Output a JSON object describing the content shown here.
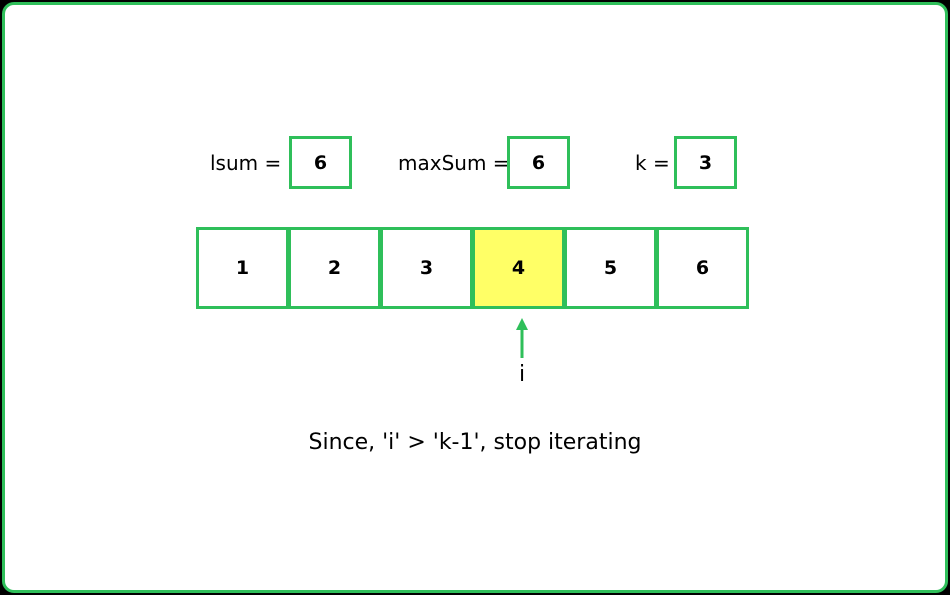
{
  "variables": {
    "lsum": {
      "label": "lsum =",
      "value": "6"
    },
    "maxsum": {
      "label": "maxSum =",
      "value": "6"
    },
    "k": {
      "label": "k =",
      "value": "3"
    }
  },
  "array": {
    "cells": [
      "1",
      "2",
      "3",
      "4",
      "5",
      "6"
    ],
    "highlighted_index": 3
  },
  "pointer": {
    "label": "i"
  },
  "caption": "Since, 'i' > 'k-1', stop iterating",
  "colors": {
    "border": "#2fbf5a",
    "highlight": "#ffff66",
    "background": "#ffffff",
    "frame": "#000000"
  }
}
